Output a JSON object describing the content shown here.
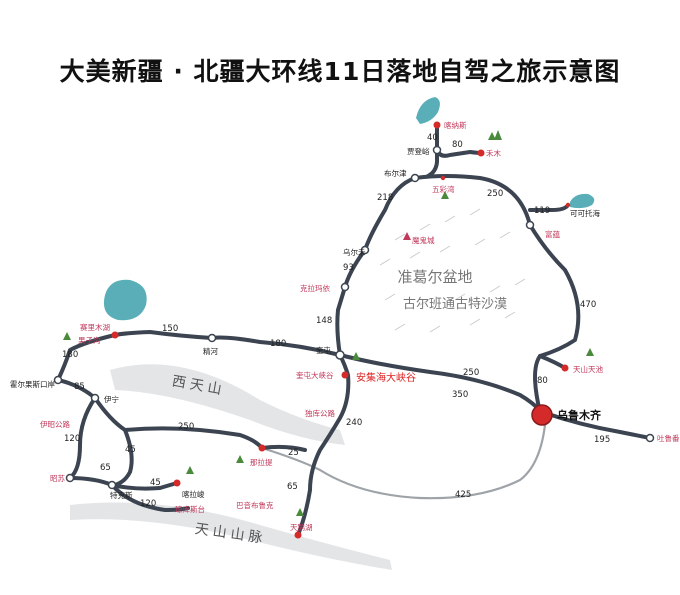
{
  "title": "大美新疆 · 北疆大环线11日落地自驾之旅示意图",
  "regions": {
    "basin": "准葛尔盆地",
    "desert": "古尔班通古特沙漠",
    "west_tianshan": "西天山",
    "tianshan": "天山山脉"
  },
  "places": {
    "kanas": "喀纳斯",
    "hemu": "禾木",
    "jiadengyu": "贾登峪",
    "buerjin": "布尔津",
    "wucaiwan": "五彩湾",
    "kekeTuohai": "可可托海",
    "fuyun": "富蕴",
    "mogui": "魔鬼城",
    "wuerhe": "乌尔禾",
    "kelamayi": "克拉玛依",
    "kuitun": "奎屯",
    "kuitun_canyon": "奎屯大峡谷",
    "anjihai": "安集海大峡谷",
    "dushanzi": "独库公路",
    "sailimu": "赛里木湖",
    "guozigou": "果子沟",
    "jinghe": "精河",
    "huoerguosi": "霍尔果斯口岸",
    "yining": "伊宁",
    "yizhao": "伊昭公路",
    "zhaosu": "昭苏",
    "tekesi": "特克斯",
    "kalajun": "喀拉峻",
    "qiongkushitai": "琼库斯台",
    "nalati": "那拉提",
    "bayinbuluke": "巴音布鲁克",
    "tianehu": "天鹅湖",
    "urumqi": "乌鲁木齐",
    "tianchi": "天山天池",
    "tulufan": "吐鲁番"
  },
  "distances": {
    "kanas_jiadengyu": "40",
    "jiadengyu_hemu": "80",
    "buerjin_fuyun": "250",
    "buerjin_wuerhe": "218",
    "fuyun_kekeTuohai": "119",
    "fuyun_urumqi": "470",
    "wuerhe_kelamayi": "93",
    "kelamayi_kuitun": "148",
    "guozigou_jinghe": "150",
    "guozigou_huoerguosi": "180",
    "jinghe_kuitun": "180",
    "kuitun_urumqi_1": "250",
    "kuitun_urumqi_2": "350",
    "tianchi_urumqi": "80",
    "urumqi_tulufan": "195",
    "huoerguosi_yining": "85",
    "yining_zhaosu": "120",
    "zhaosu_tekesi": "65",
    "yining_tekesi": "45",
    "tekesi_kalajun": "45",
    "tekesi_qiongkushitai": "120",
    "yining_nalati": "250",
    "nalati_bayinbuluke": "25",
    "bayinbuluke_tianehu": "65",
    "dushanzi_road": "240",
    "bayinbuluke_urumqi": "425"
  },
  "colors": {
    "route": "#3b4450",
    "secondary_route": "#9ea3a8",
    "highlight_text": "#c0395a",
    "red_dot": "#d42a2a",
    "lake": "#5aaeb8"
  }
}
